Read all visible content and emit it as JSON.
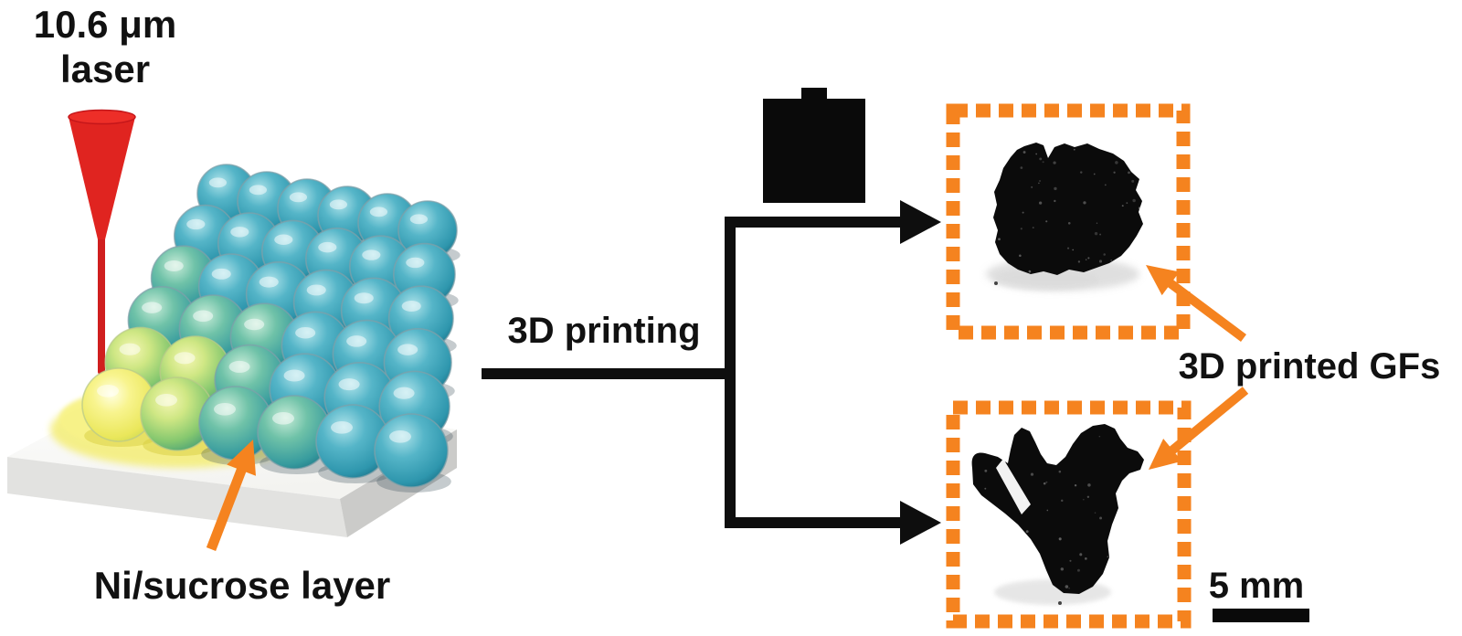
{
  "figure": {
    "labels": {
      "laser_line1": "10.6 μm",
      "laser_line2": "laser",
      "process": "3D printing",
      "layer": "Ni/sucrose layer",
      "products": "3D printed GFs",
      "scale": "5 mm"
    },
    "colors": {
      "accent_orange": "#F5831F",
      "laser_red": "#E02420",
      "beam_red": "#D01F1F",
      "droplet_teal": "#3BA4BA",
      "glow_yellow": "#F4EE7D",
      "ink_black": "#0e0e0e",
      "substrate_gray": "#e2e2e0"
    },
    "droplet_array": {
      "rows": 6,
      "cols": 6
    },
    "samples_count": 2,
    "icons": {
      "laser_beam": "laser-beam-icon (red focused cone)",
      "container": "container-icon (black vessel with lid tab)",
      "flow_arrows": "black branching flow arrows",
      "highlight_boxes": "orange dashed highlight boxes",
      "foam_samples": "black porous graphene-foam photos",
      "pointer_arrows": "orange pointer arrows",
      "scale_bar": "black scale bar"
    }
  }
}
